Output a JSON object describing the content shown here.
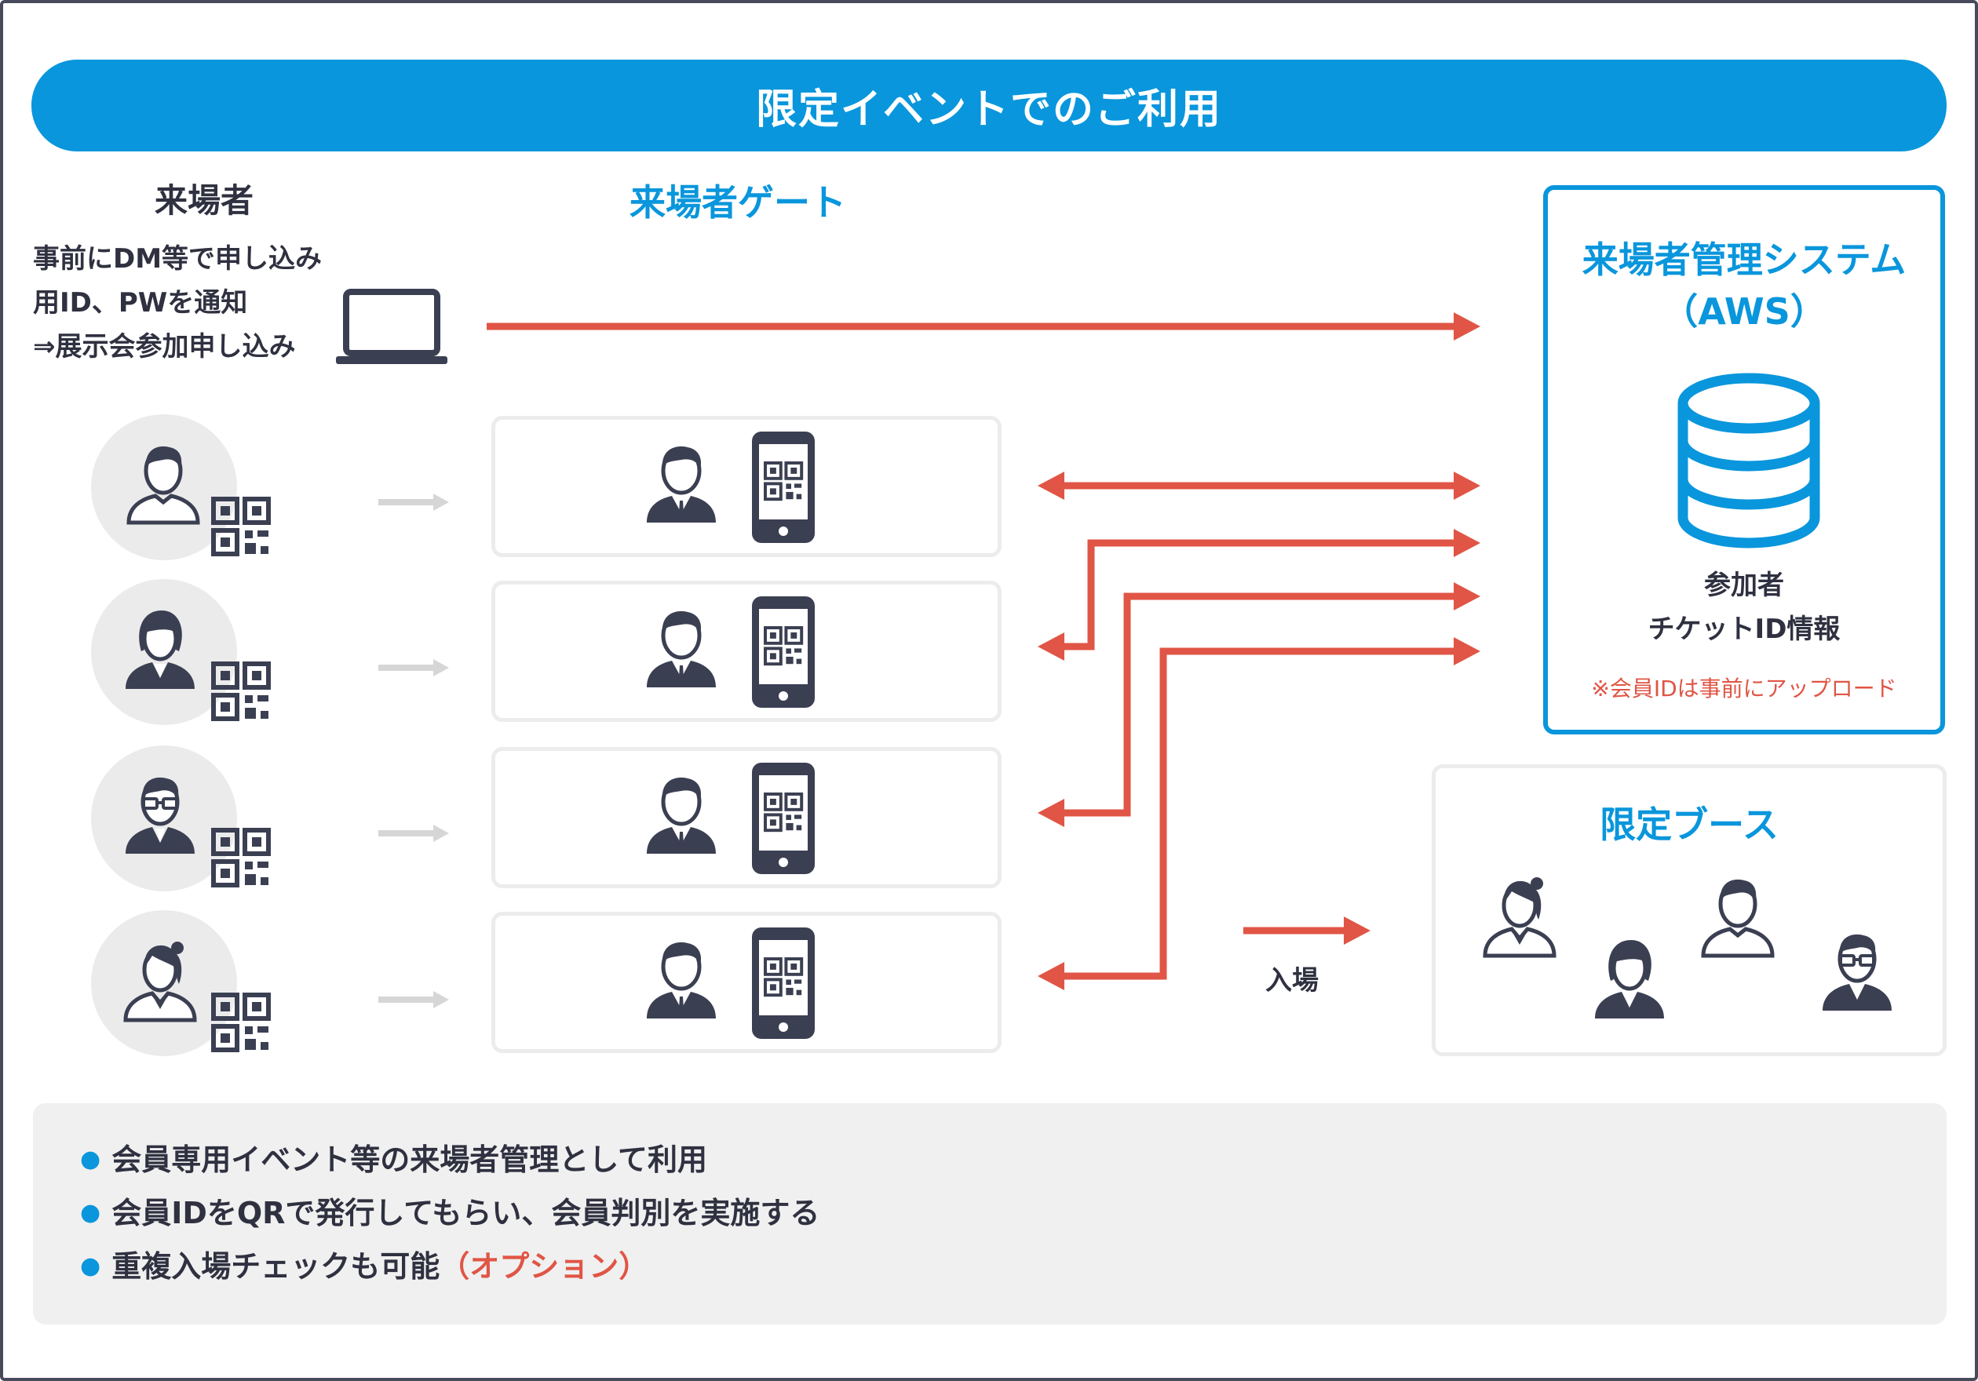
{
  "header": {
    "title": "限定イベントでのご利用"
  },
  "visitor": {
    "title": "来場者",
    "pre_lines": [
      "事前にDM等で申し込み",
      "用ID、PWを通知",
      "⇒展示会参加申し込み"
    ]
  },
  "gate": {
    "title": "来場者ゲート"
  },
  "system": {
    "title_line1": "来場者管理システム",
    "title_line2": "（AWS）",
    "db_line1": "参加者",
    "db_line2": "チケットID情報",
    "note": "※会員IDは事前にアップロード"
  },
  "booth": {
    "title": "限定ブース",
    "enter_label": "入場"
  },
  "notes": {
    "items": [
      {
        "text": "会員専用イベント等の来場者管理として利用",
        "highlight": ""
      },
      {
        "text": "会員IDをQRで発行してもらい、会員判別を実施する",
        "highlight": ""
      },
      {
        "text": "重複入場チェックも可能",
        "highlight": "（オプション）"
      }
    ]
  },
  "colors": {
    "accent_blue": "#0996dc",
    "arrow_red": "#e05545",
    "icon_dark": "#3b3f52",
    "light_gray": "#ebebeb"
  },
  "icons": {
    "visitors": [
      "person-male-icon",
      "person-female-short-hair-icon",
      "person-male-glasses-icon",
      "person-female-long-hair-icon"
    ],
    "qr": "qr-code-icon",
    "device": "smartphone-qr-icon",
    "laptop": "laptop-icon",
    "database": "database-icon"
  }
}
